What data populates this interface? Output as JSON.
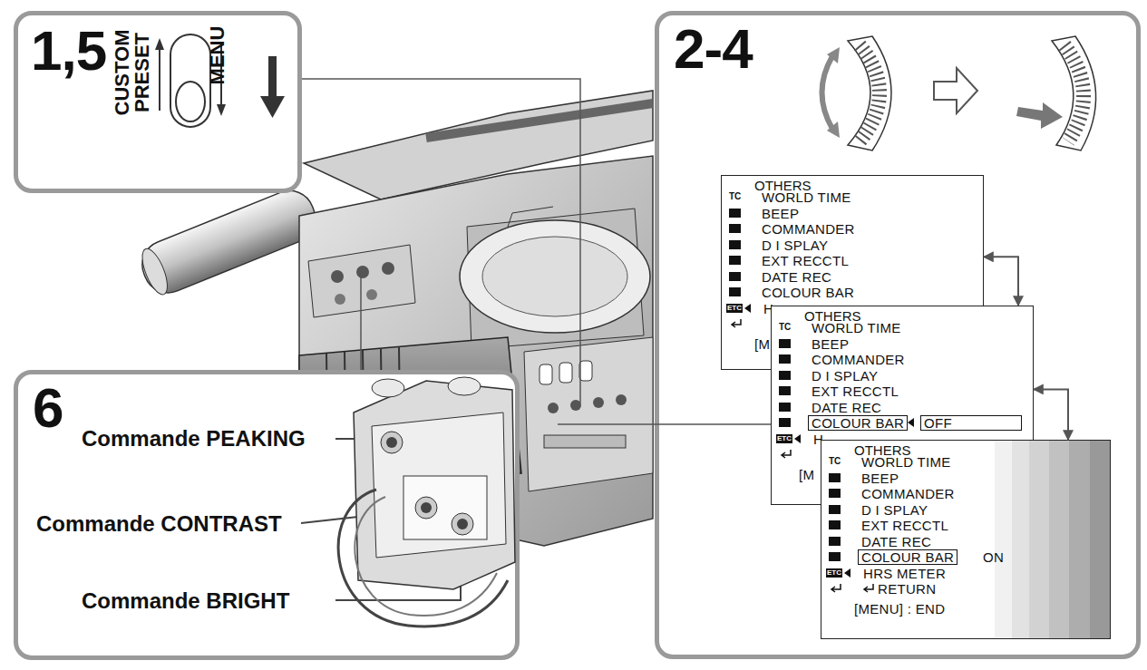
{
  "diagram": {
    "nodes": [
      {
        "text": [
          "1,5"
        ]
      },
      {
        "text": [
          "2-4"
        ]
      },
      {
        "text": [
          "OTHERS",
          "TC",
          "WORLD TIME",
          "BEEP",
          "COMMANDER",
          "D I SPLAY",
          "EXT RECCTL",
          "DATE REC",
          "COLOUR BAR",
          "ETC",
          "H",
          "[M"
        ],
        "in": 1
      },
      {
        "text": [
          "OTHERS",
          "TC",
          "WORLD TIME",
          "BEEP",
          "COMMANDER",
          "D I SPLAY",
          "EXT RECCTL",
          "DATE REC",
          "COLOUR BAR",
          "OFF",
          "ETC",
          "H",
          "[M"
        ],
        "in": 1
      },
      {
        "text": [
          "OTHERS",
          "TC",
          "WORLD TIME",
          "BEEP",
          "COMMANDER",
          "D I SPLAY",
          "EXT RECCTL",
          "DATE REC",
          "COLOUR BAR",
          "ON",
          "ETC",
          "HRS METER",
          "RETURN",
          "[MENU] : END"
        ],
        "in": 1
      },
      {
        "text": [
          "6"
        ]
      }
    ],
    "edges": [
      {
        "from": 2,
        "to": 3,
        "arrow": "both"
      },
      {
        "from": 3,
        "to": 4,
        "arrow": "both"
      }
    ],
    "labels": [
      "CUSTOM PRESET",
      "MENU",
      "Commande PEAKING",
      "Commande CONTRAST",
      "Commande BRIGHT"
    ]
  }
}
